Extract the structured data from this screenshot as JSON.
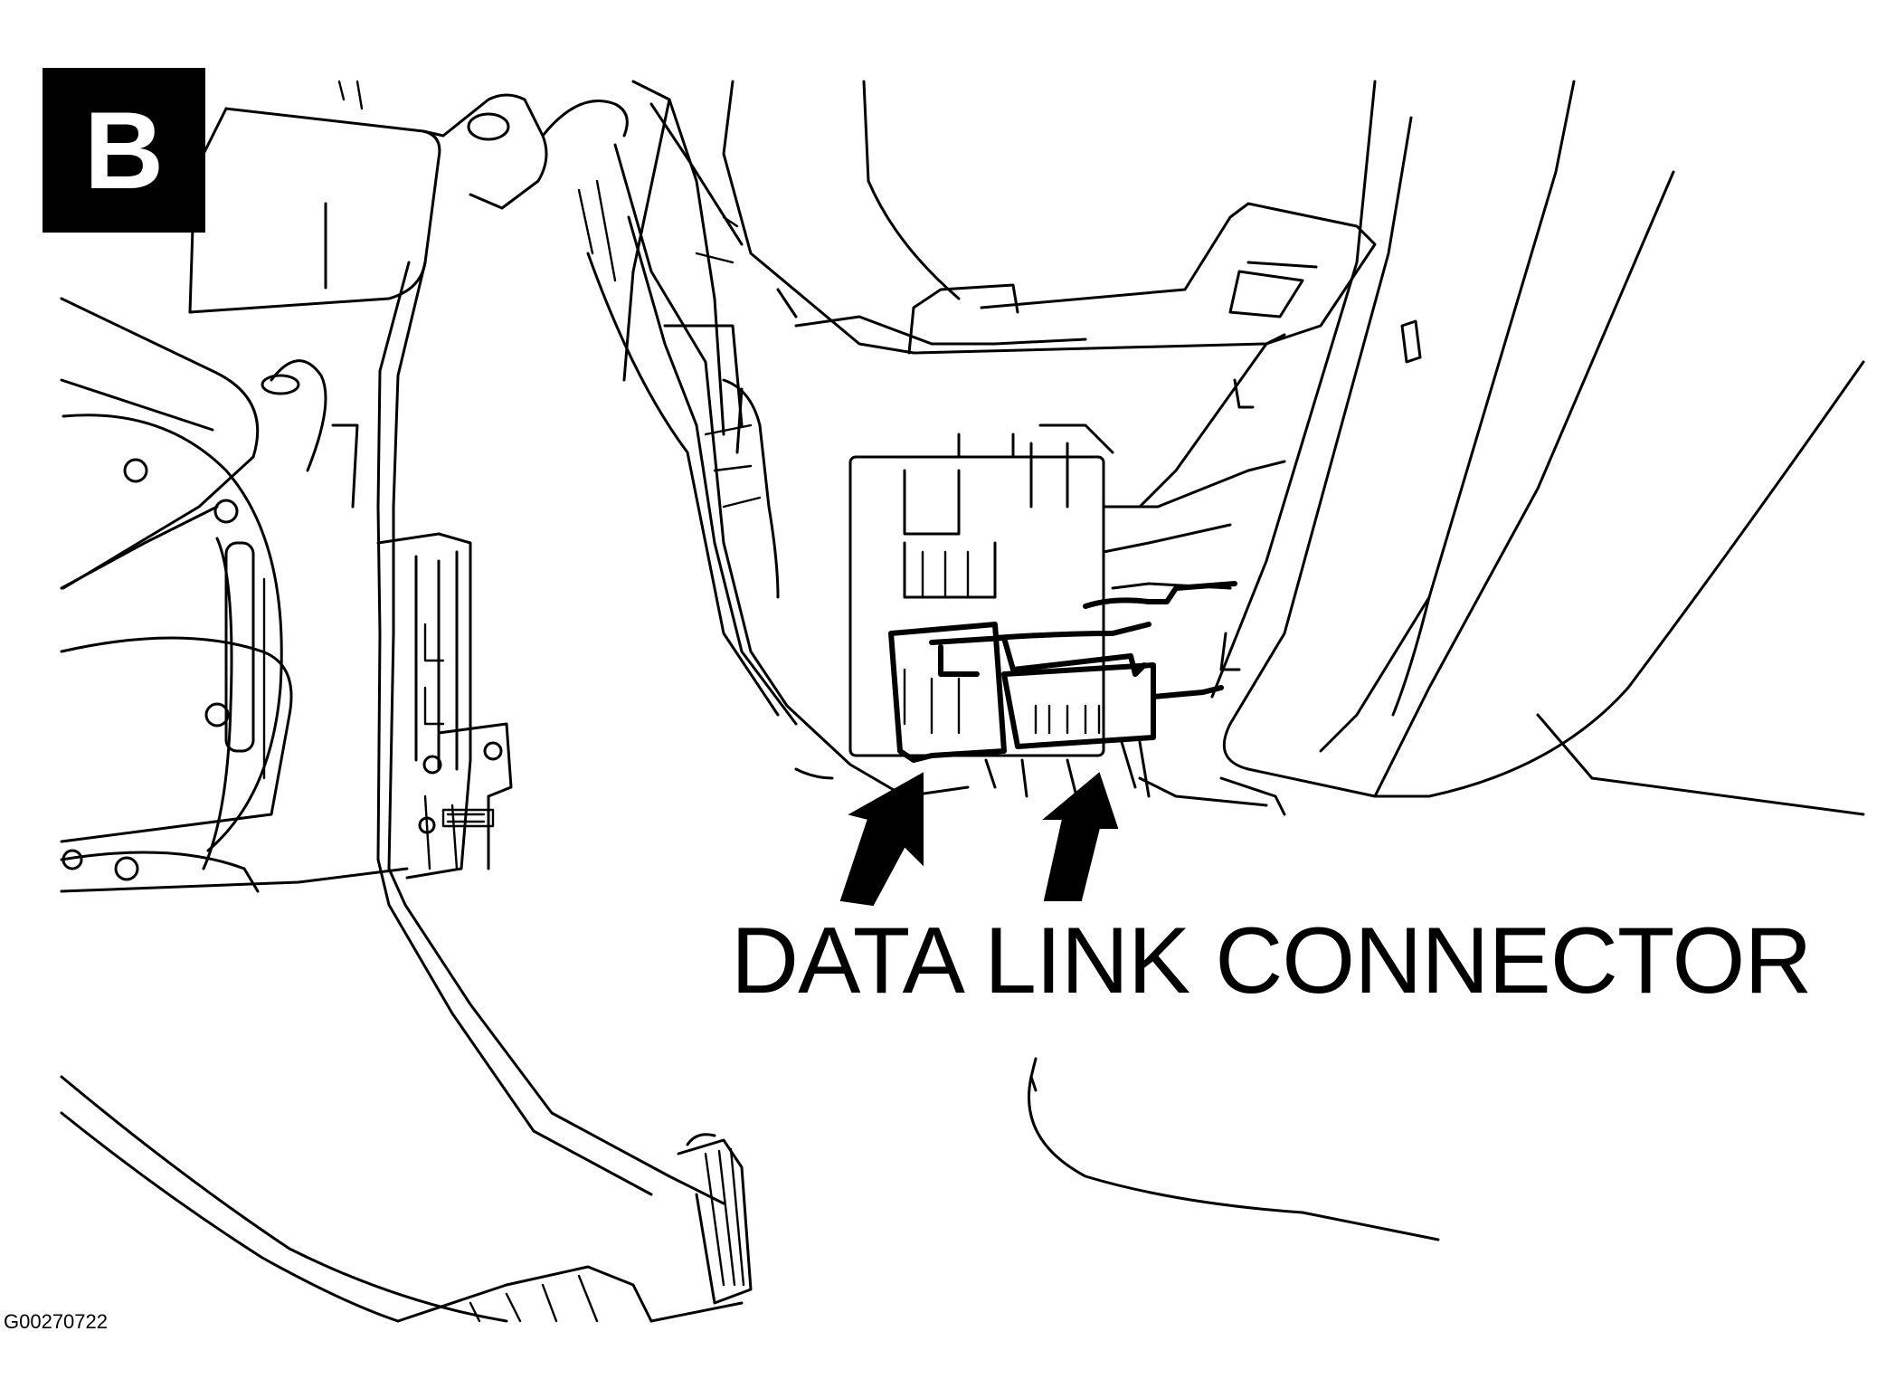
{
  "panel": {
    "letter": "B"
  },
  "callout": {
    "label": "DATA LINK CONNECTOR",
    "arrow_count": 2
  },
  "figure_code": "G00270722",
  "colors": {
    "line": "#000000",
    "background": "#ffffff",
    "badge_fill": "#000000",
    "badge_text": "#ffffff"
  }
}
